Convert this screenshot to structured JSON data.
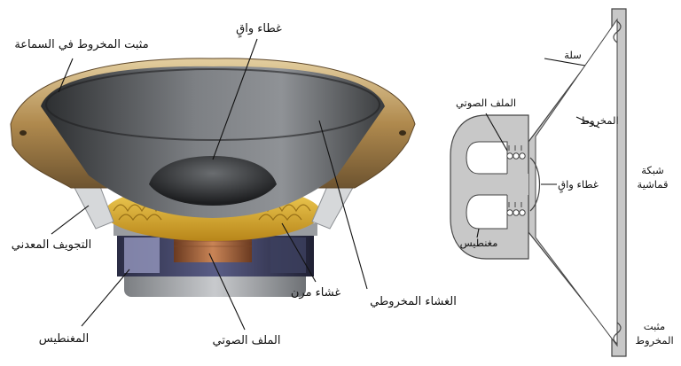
{
  "left_diagram": {
    "labels": {
      "basket_mount": "مثبت المخروط في السماعة",
      "dust_cap": "غطاء واقٍ",
      "metal_cavity": "التجويف المعدني",
      "spider": "غشاء مرن",
      "cone": "الغشاء المخروطي",
      "magnet": "المغنطيس",
      "voice_coil": "الملف الصوتي"
    }
  },
  "right_diagram": {
    "labels": {
      "basket": "سلة",
      "voice_coil": "الملف الصوتي",
      "cone": "المخروط",
      "dust_cap": "غطاء واقٍ",
      "grille_line1": "شبكة",
      "grille_line2": "قماشية",
      "magnet": "مغنطيس",
      "mount_line1": "مثبت",
      "mount_line2": "المخروط"
    }
  }
}
